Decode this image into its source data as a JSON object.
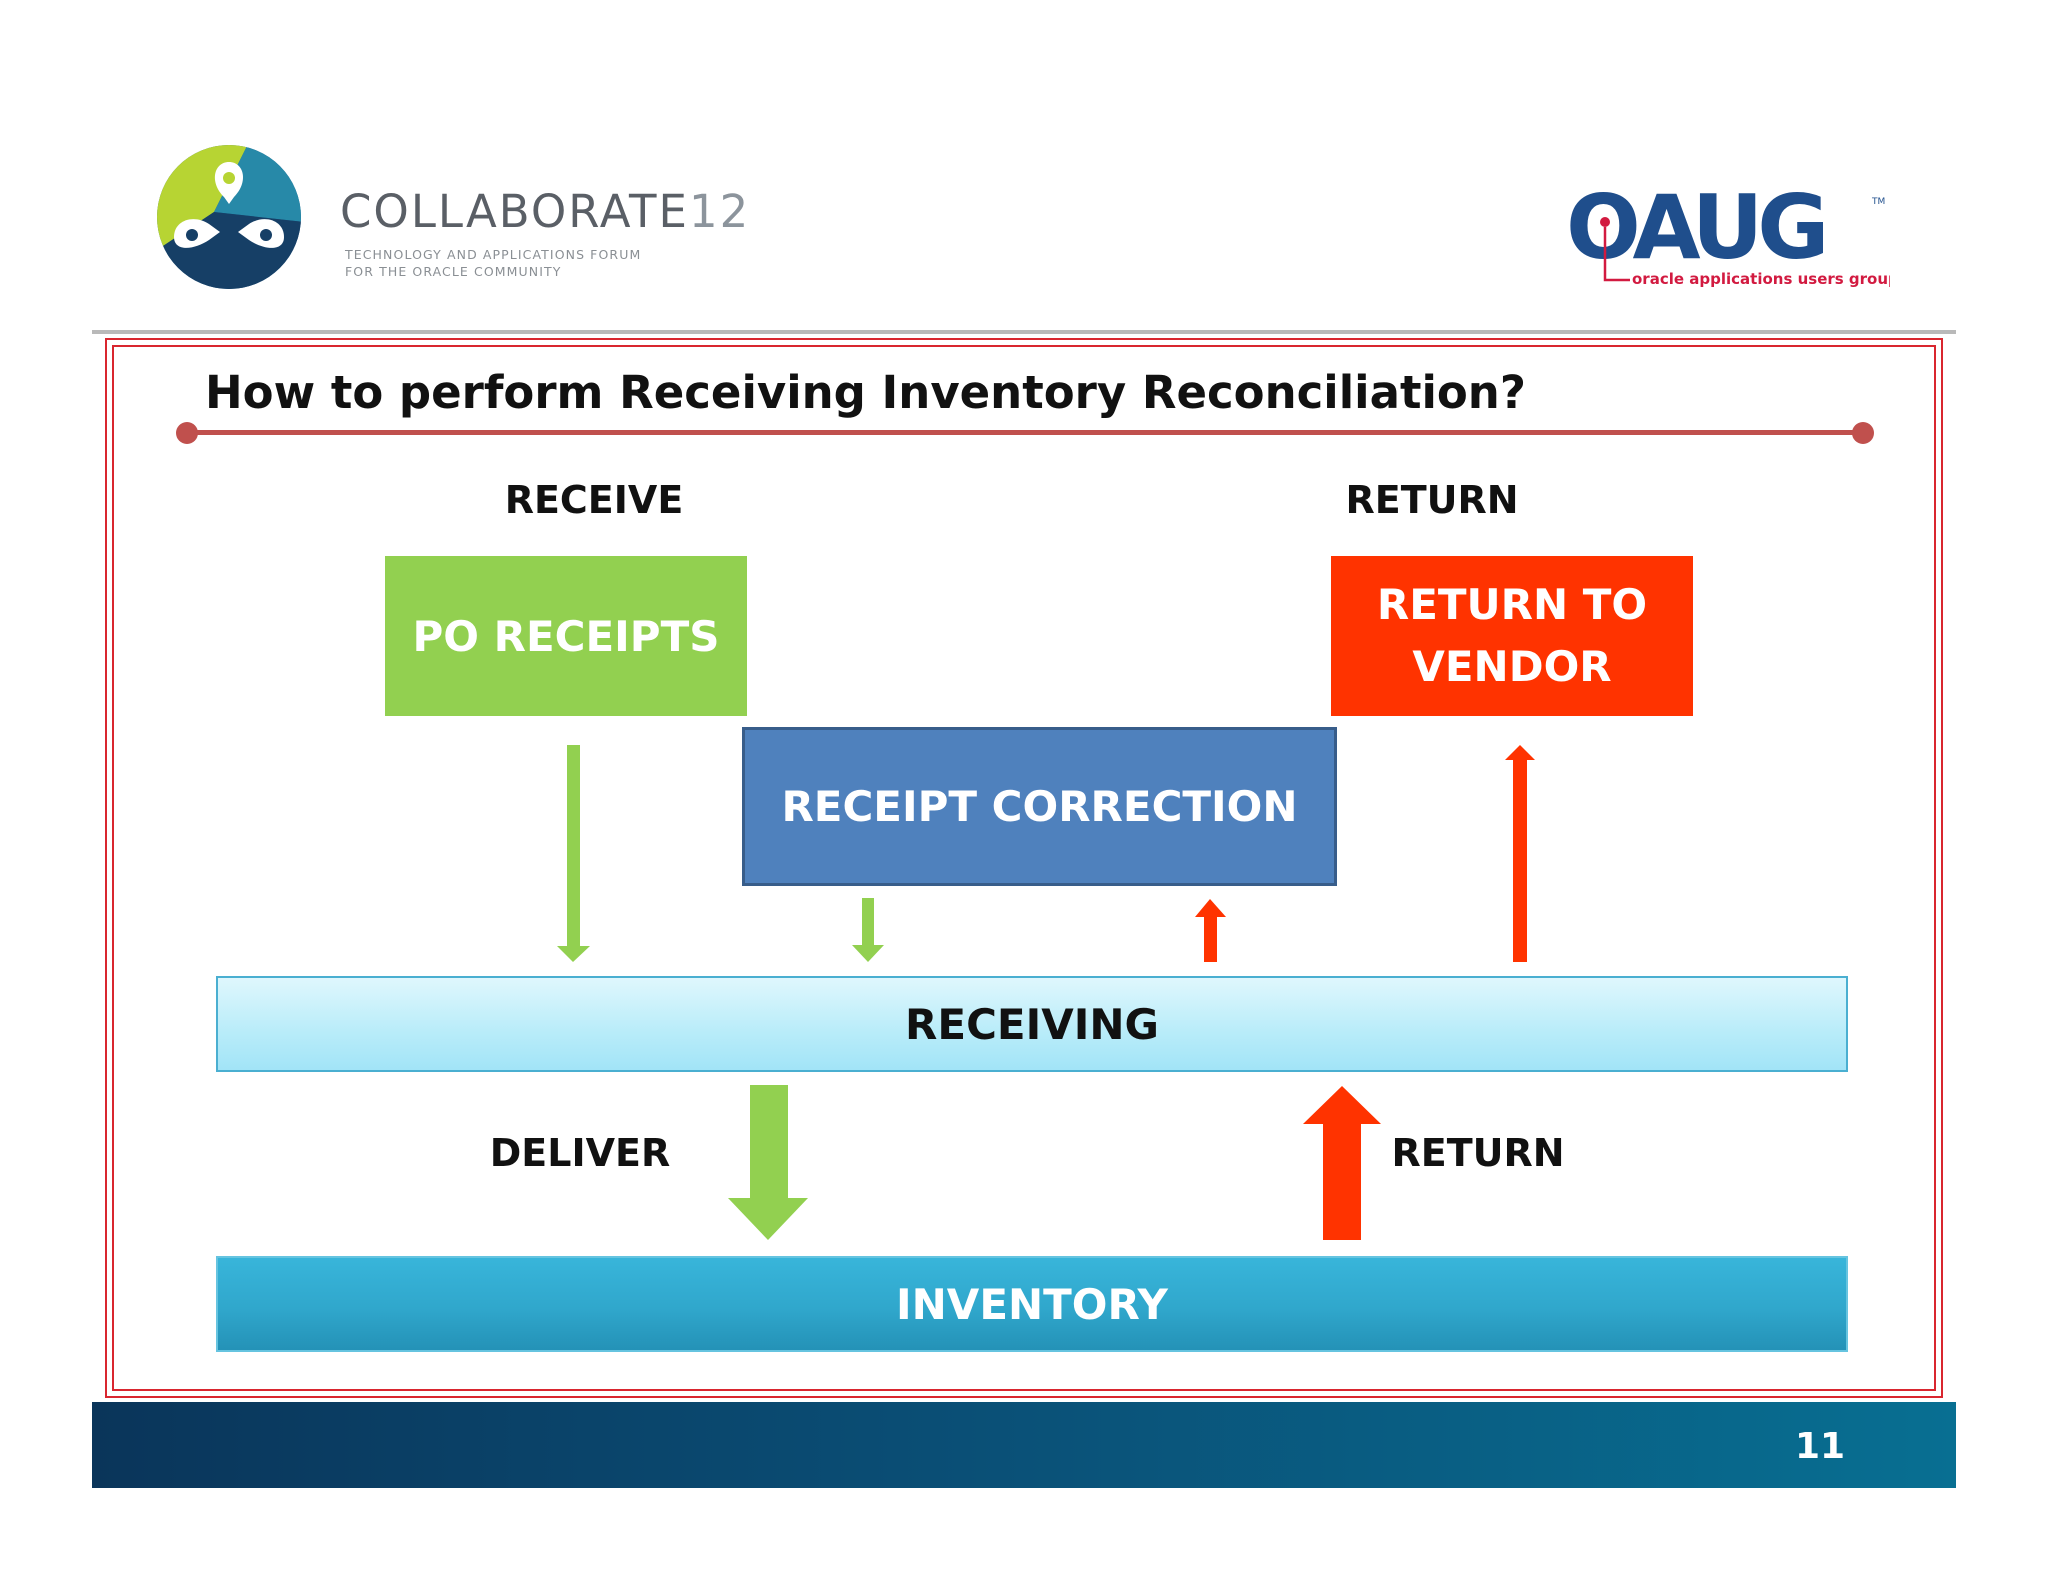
{
  "header": {
    "brand_name": "COLLABORATE",
    "brand_number": "12",
    "brand_tagline_line1": "TECHNOLOGY AND APPLICATIONS FORUM",
    "brand_tagline_line2": "FOR THE ORACLE COMMUNITY",
    "oaug_logo_text": "OAUG",
    "oaug_subtitle": "oracle applications users group",
    "oaug_tm": "TM"
  },
  "slide": {
    "title": "How to perform Receiving Inventory Reconciliation?",
    "label_receive": "RECEIVE",
    "label_return_top": "RETURN",
    "label_deliver": "DELIVER",
    "label_return_bottom": "RETURN",
    "page_number": "11"
  },
  "diagram": {
    "po_receipts": "PO RECEIPTS",
    "return_to_vendor": "RETURN TO VENDOR",
    "receipt_correction": "RECEIPT CORRECTION",
    "receiving": "RECEIVING",
    "inventory": "INVENTORY"
  },
  "colors": {
    "green": "#92d050",
    "red": "#ff3300",
    "blue": "#4f81bd",
    "frame_red": "#d9262f",
    "title_rule": "#c0504d",
    "oaug_navy": "#1f4e8c"
  },
  "icons": {
    "collaborate_logo": "collaborate-logo-icon",
    "oaug_logo": "oaug-logo-icon"
  }
}
